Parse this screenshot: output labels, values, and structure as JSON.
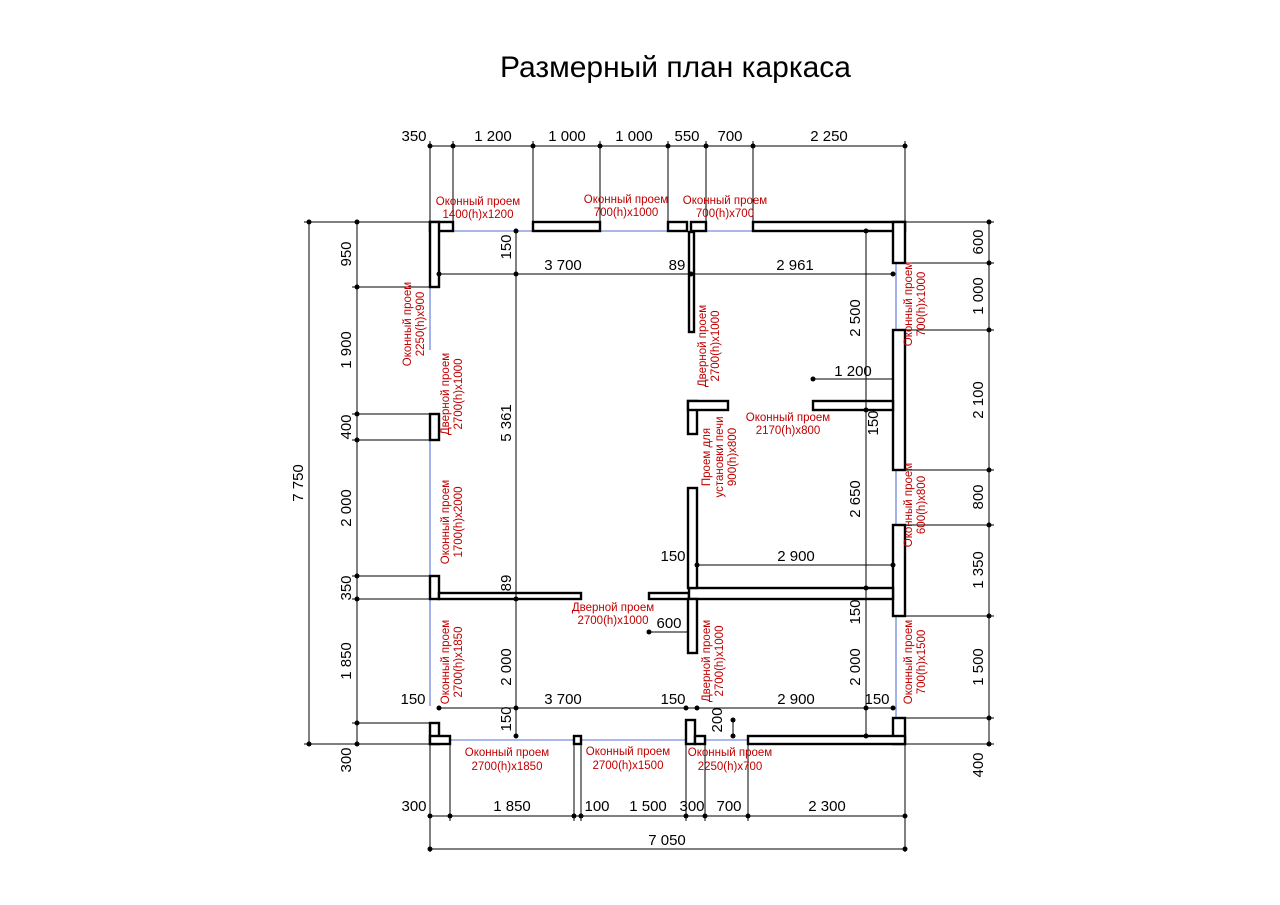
{
  "title": "Размерный план каркаса",
  "dims": {
    "top_350": "350",
    "top_1200": "1 200",
    "top_1000a": "1 000",
    "top_1000b": "1 000",
    "top_550": "550",
    "top_700": "700",
    "top_2250": "2 250",
    "b_300a": "300",
    "b_1850": "1 850",
    "b_100": "100",
    "b_1500": "1 500",
    "b_300b": "300",
    "b_700": "700",
    "b_2300": "2 300",
    "b_total": "7 050",
    "l_total": "7 750",
    "l_950": "950",
    "l_1900": "1 900",
    "l_400": "400",
    "l_2000": "2 000",
    "l_350": "350",
    "l_1850": "1 850",
    "l_300": "300",
    "r_600": "600",
    "r_1000": "1 000",
    "r_2100": "2 100",
    "r_800": "800",
    "r_1350": "1 350",
    "r_1500": "1 500",
    "r_400": "400",
    "i_3700a": "3 700",
    "i_89a": "89",
    "i_2961": "2 961",
    "i_150a": "150",
    "i_5361": "5 361",
    "i_2500": "2 500",
    "i_1200": "1 200",
    "i_150b": "150",
    "i_2650": "2 650",
    "i_150c": "150",
    "i_2900a": "2 900",
    "i_89b": "89",
    "i_600": "600",
    "i_150d": "150",
    "i_2000a": "2 000",
    "i_2000b": "2 000",
    "i_150e": "150",
    "i_3700b": "3 700",
    "i_150f": "150",
    "i_2900b": "2 900",
    "i_150g": "150",
    "i_150h": "150",
    "i_200": "200"
  },
  "labels": {
    "w_top1_a": "Оконный проем",
    "w_top1_b": "1400(h)x1200",
    "w_top2_a": "Оконный проем",
    "w_top2_b": "700(h)x1000",
    "w_top3_a": "Оконный проем",
    "w_top3_b": "700(h)x700",
    "w_left1_a": "Оконный проем",
    "w_left1_b": "2250(h)x900",
    "d_left_a": "Дверной проем",
    "d_left_b": "2700(h)x1000",
    "w_left2_a": "Оконный проем",
    "w_left2_b": "1700(h)x2000",
    "w_left3_a": "Оконный проем",
    "w_left3_b": "2700(h)x1850",
    "d_mid_a": "Дверной проем",
    "d_mid_b": "2700(h)x1000",
    "stove_a": "Проем для",
    "stove_b": "установки печи",
    "stove_c": "900(h)x800",
    "w_in_a": "Оконный проем",
    "w_in_b": "2170(h)x800",
    "d_center_a": "Дверной проем",
    "d_center_b": "2700(h)x1000",
    "d_low_a": "Дверной проем",
    "d_low_b": "2700(h)x1000",
    "w_right1_a": "Оконный проем",
    "w_right1_b": "700(h)x1000",
    "w_right2_a": "Оконный проем",
    "w_right2_b": "600(h)x800",
    "w_right3_a": "Оконный проем",
    "w_right3_b": "700(h)x1500",
    "w_bot1_a": "Оконный проем",
    "w_bot1_b": "2700(h)x1850",
    "w_bot2_a": "Оконный проем",
    "w_bot2_b": "2700(h)x1500",
    "w_bot3_a": "Оконный проем",
    "w_bot3_b": "2250(h)x700"
  }
}
